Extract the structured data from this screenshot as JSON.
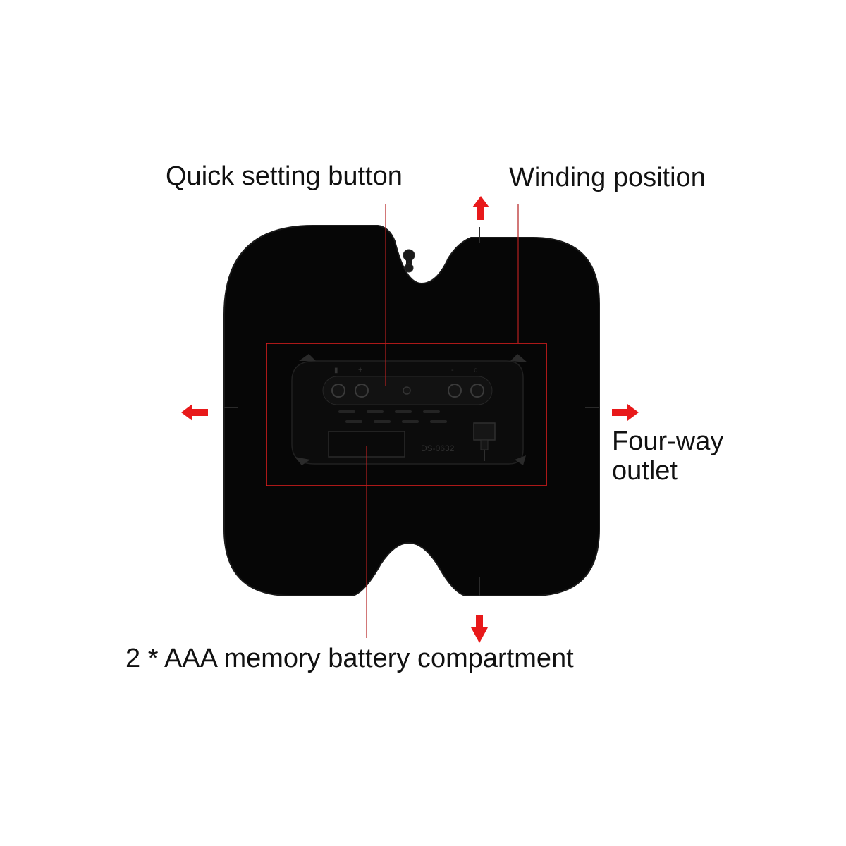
{
  "labels": {
    "quick_setting": "Quick setting button",
    "winding_position": "Winding position",
    "outlet_line1": "Four-way",
    "outlet_line2": "outlet",
    "battery": "2 * AAA memory battery compartment"
  },
  "device_marking": "DS-0632",
  "colors": {
    "clock_body": "#060606",
    "panel": "#0c0c0c",
    "highlight_box": "#e41e1e",
    "leader_line": "#b52020",
    "arrow": "#e8191a"
  },
  "icons": {
    "arrows": [
      "arrow-up-icon",
      "arrow-down-icon",
      "arrow-left-icon",
      "arrow-right-icon"
    ],
    "hang_hole": "keyhole-hanger-icon"
  }
}
